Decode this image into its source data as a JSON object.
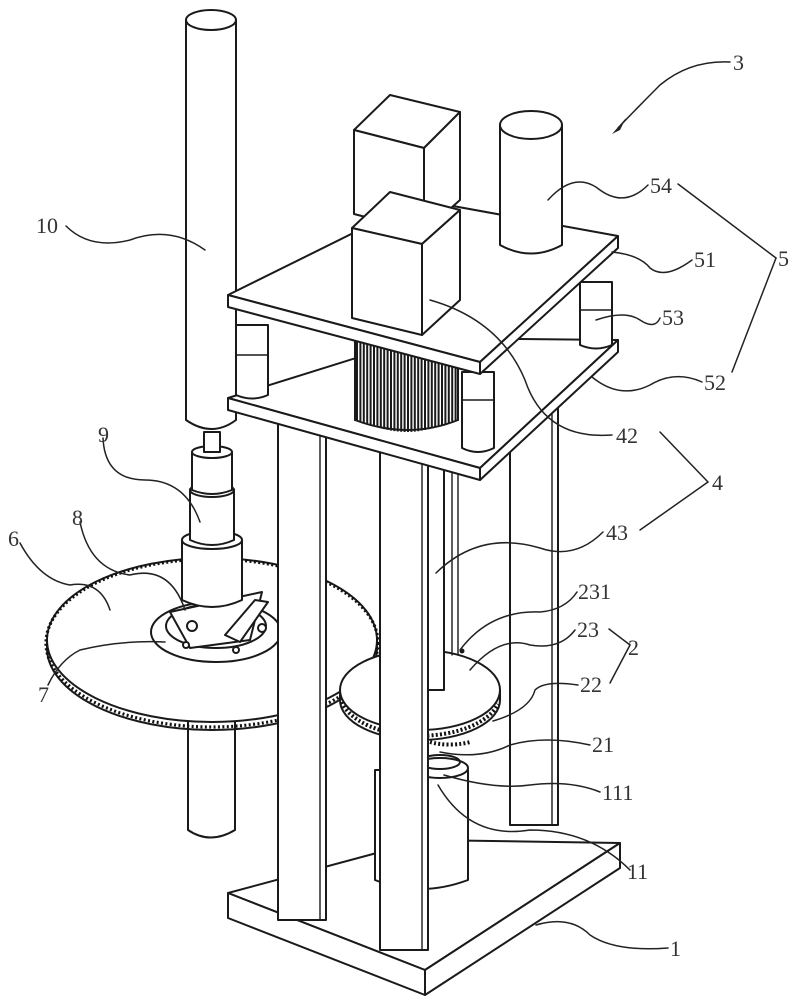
{
  "figure": {
    "kind": "patent-style mechanical isometric drawing",
    "labels": {
      "l1": "1",
      "l2": "2",
      "l3": "3",
      "l4": "4",
      "l5": "5",
      "l6": "6",
      "l7": "7",
      "l8": "8",
      "l9": "9",
      "l10": "10",
      "l11": "11",
      "l111": "111",
      "l21": "21",
      "l22": "22",
      "l23": "23",
      "l231": "231",
      "l42": "42",
      "l43": "43",
      "l51": "51",
      "l52": "52",
      "l53": "53",
      "l54": "54"
    },
    "components": [
      {
        "ref": "1",
        "part": "base-plate"
      },
      {
        "ref": "11",
        "part": "lower-motor-housing"
      },
      {
        "ref": "111",
        "part": "motor-shaft-collar"
      },
      {
        "ref": "2",
        "part": "rotary-assembly",
        "children": [
          "21",
          "22",
          "23"
        ]
      },
      {
        "ref": "21",
        "part": "drive-pinion"
      },
      {
        "ref": "22",
        "part": "small-gear-ring"
      },
      {
        "ref": "23",
        "part": "rotary-disc"
      },
      {
        "ref": "231",
        "part": "disc-mount-point"
      },
      {
        "ref": "3",
        "part": "whole-assembly-pointer"
      },
      {
        "ref": "4",
        "part": "drive-assembly",
        "children": [
          "42",
          "43"
        ]
      },
      {
        "ref": "42",
        "part": "upper-motor-box"
      },
      {
        "ref": "43",
        "part": "drive-shaft"
      },
      {
        "ref": "5",
        "part": "top-frame",
        "children": [
          "51",
          "52",
          "53",
          "54"
        ]
      },
      {
        "ref": "51",
        "part": "top-plate"
      },
      {
        "ref": "52",
        "part": "middle-plate"
      },
      {
        "ref": "53",
        "part": "spacer-column"
      },
      {
        "ref": "54",
        "part": "cylindrical-tank"
      },
      {
        "ref": "6",
        "part": "large-gear-disc"
      },
      {
        "ref": "7",
        "part": "gear-teeth-rim"
      },
      {
        "ref": "8",
        "part": "clamp-base"
      },
      {
        "ref": "9",
        "part": "telescopic-sleeve"
      },
      {
        "ref": "10",
        "part": "vertical-rod"
      }
    ]
  }
}
